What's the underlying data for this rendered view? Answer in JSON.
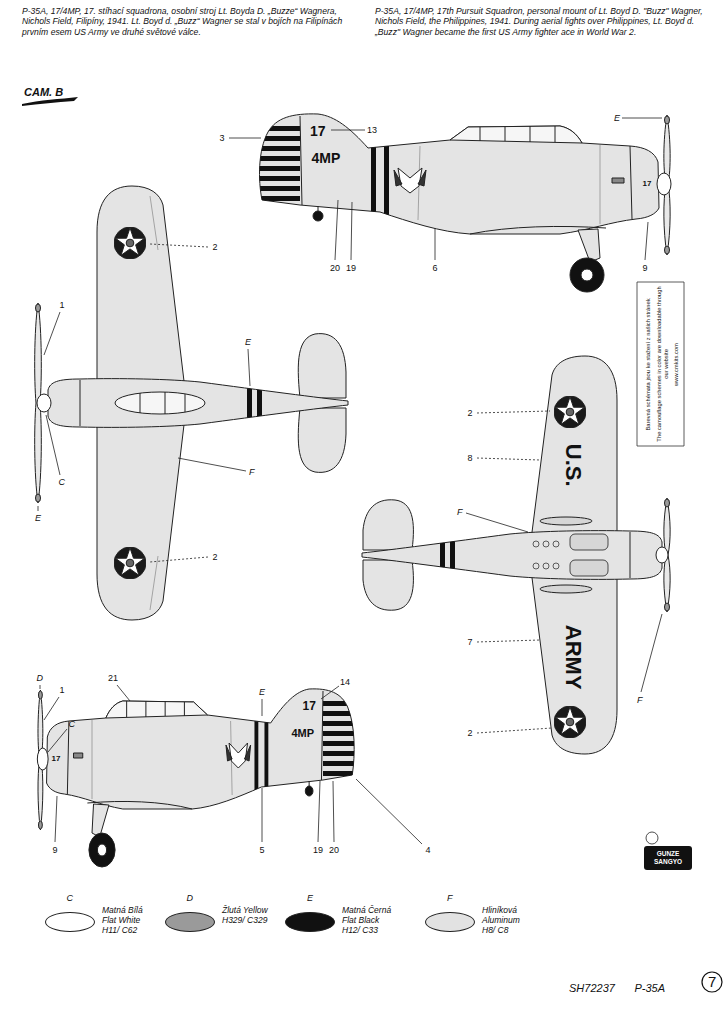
{
  "diagram": {
    "labels": [
      "P-35A, 17/4MP, 17. stíhací squadrona, osobní stroj Lt. Boyda D. „Buzze“ Wagnera, Nichols Field, Filipíny, 1941. Lt. Boyd d. „Buzz“ Wagner se stal v bojích na Filipínách prvním esem US Army ve druhé světové válce.",
      "P-35A, 17/4MP, 17th Pursuit Squadron, personal mount of Lt. Boyd D. \"Buzz\" Wagner, Nichols Field, the Philippines, 1941. During aerial fights over Philippines, Lt. Boyd d. „Buzz\" Wagner became the first US Army fighter ace in World War 2.",
      "CAM. B",
      "3",
      "17",
      "4MP",
      "13",
      "E",
      "17",
      "20",
      "19",
      "6",
      "9",
      "2",
      "1",
      "C",
      "E",
      "E",
      "F",
      "2",
      "2",
      "8",
      "U.S.",
      "F",
      "7",
      "ARMY",
      "2",
      "F",
      "Barevná schémata jsou ke stažení z našich stránek",
      "The camouflage schemes in color are downloadable through our website",
      "www.cmkits.com",
      "D",
      "1",
      "C",
      "21",
      "14",
      "E",
      "17",
      "4MP",
      "17",
      "9",
      "5",
      "19",
      "20",
      "4",
      "GUNZE SANGYO",
      "C",
      "D",
      "E",
      "F",
      "SH72237",
      "P-35A",
      "7"
    ],
    "legend": [
      {
        "text": "Matná Bílá Flat White H11/ C62",
        "color": "#ffffff"
      },
      {
        "text": "Žlutá Yellow H329/ C329",
        "color": "#9a9a9a"
      },
      {
        "text": "Matná Černá Flat Black H12/ C33",
        "color": "#111111"
      },
      {
        "text": "Hliníková Aluminum H8/ C8",
        "color": "#e2e2e2"
      }
    ]
  }
}
